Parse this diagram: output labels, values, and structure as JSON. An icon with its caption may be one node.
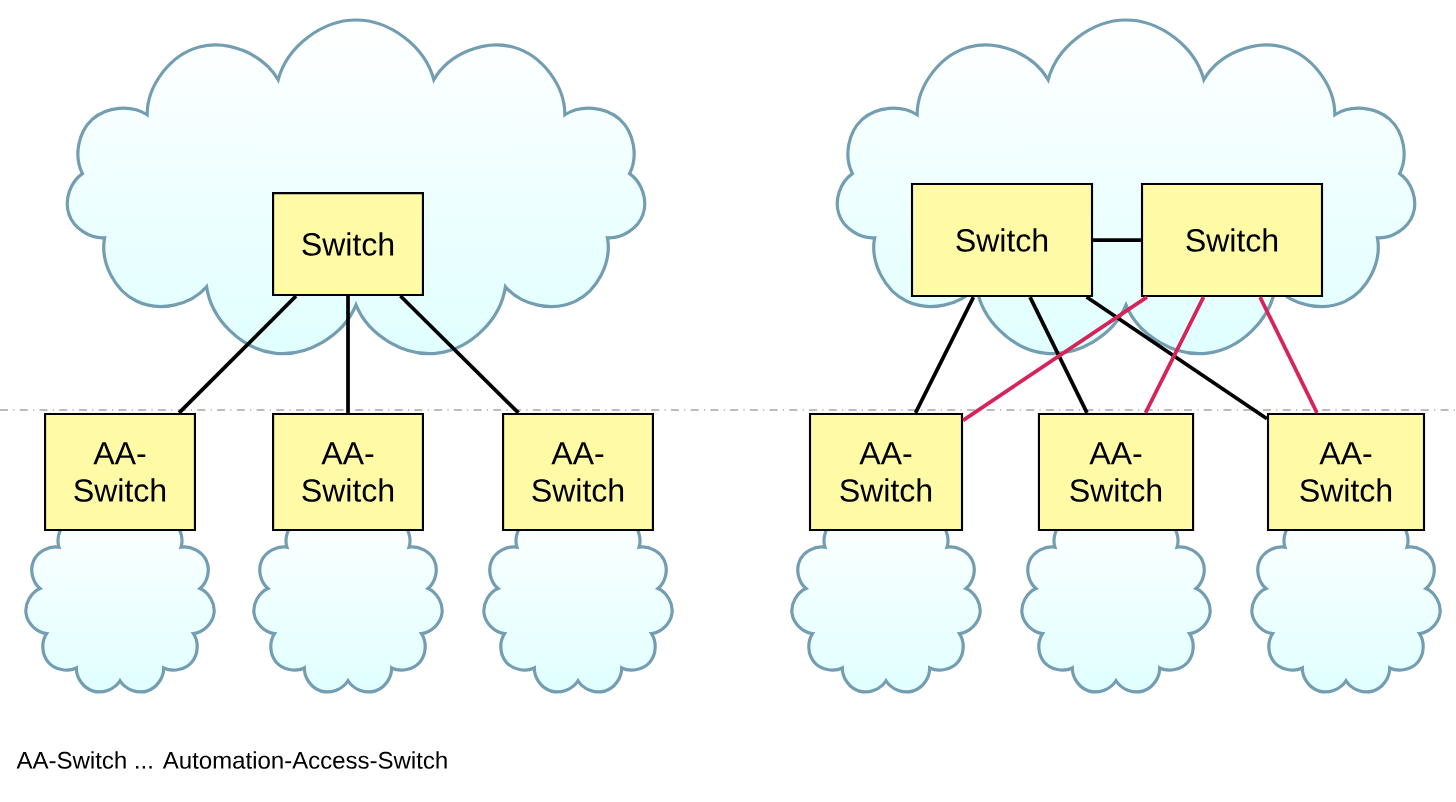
{
  "diagram": {
    "nodes": [
      {
        "text": [
          "Switch"
        ]
      },
      {
        "text": [
          "AA-Switch"
        ]
      },
      {
        "text": [
          "AA-Switch"
        ]
      },
      {
        "text": [
          "AA-Switch"
        ]
      },
      {
        "text": [
          "Switch"
        ]
      },
      {
        "text": [
          "Switch"
        ]
      },
      {
        "text": [
          "AA-Switch"
        ]
      },
      {
        "text": [
          "AA-Switch"
        ]
      },
      {
        "text": [
          "AA-Switch"
        ]
      }
    ],
    "edges": [
      {
        "from": 0,
        "to": 1,
        "arrow": "none"
      },
      {
        "from": 0,
        "to": 2,
        "arrow": "none"
      },
      {
        "from": 0,
        "to": 3,
        "arrow": "none"
      },
      {
        "from": 4,
        "to": 5,
        "arrow": "none"
      },
      {
        "from": 4,
        "to": 6,
        "arrow": "none"
      },
      {
        "from": 4,
        "to": 7,
        "arrow": "none"
      },
      {
        "from": 4,
        "to": 8,
        "arrow": "none"
      },
      {
        "from": 5,
        "to": 6,
        "arrow": "none",
        "color": "#d6245a"
      },
      {
        "from": 5,
        "to": 7,
        "arrow": "none",
        "color": "#d6245a"
      },
      {
        "from": 5,
        "to": 8,
        "arrow": "none",
        "color": "#d6245a"
      }
    ],
    "labels": [
      "AA-Switch ... Automation-Access-Switch"
    ]
  }
}
